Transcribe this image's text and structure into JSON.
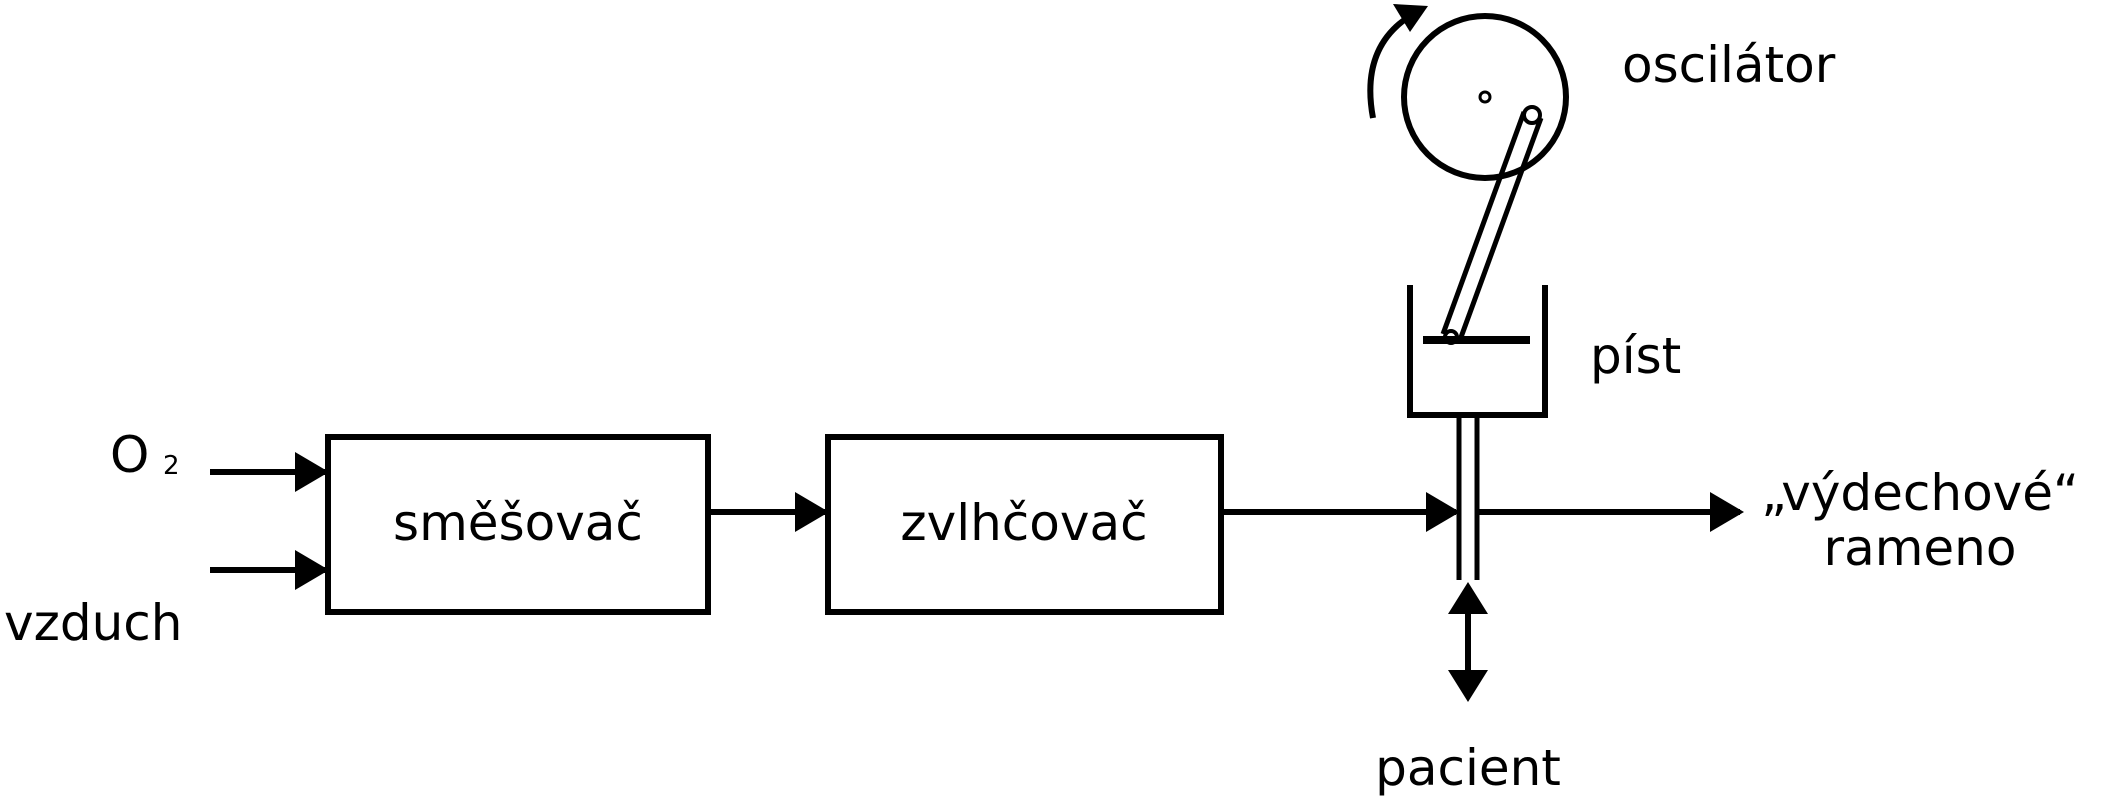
{
  "inputs": {
    "oxygen_label": "O",
    "oxygen_subscript": "2",
    "air_label": "vzduch"
  },
  "blocks": {
    "mixer_label": "směšovač",
    "humidifier_label": "zvlhčovač"
  },
  "components": {
    "oscillator_label": "oscilátor",
    "piston_label": "píst",
    "patient_label": "pacient"
  },
  "outlet": {
    "label_line1": "„výdechové“",
    "label_line2": "rameno"
  },
  "colors": {
    "stroke": "#000000",
    "background": "#ffffff"
  }
}
